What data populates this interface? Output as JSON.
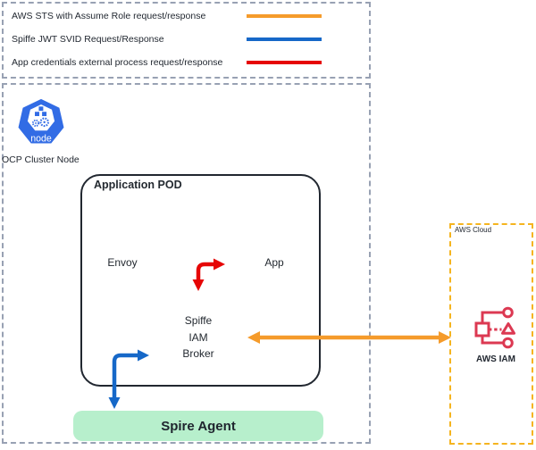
{
  "colors": {
    "orange": "#F59B2B",
    "blue": "#1668C8",
    "red": "#E60505",
    "gray_dash": "#98A1B3",
    "gold_dash": "#F5B41F",
    "pod_border": "#212730",
    "text_dark": "#232930",
    "spire_green": "#B7EFCC",
    "k8s_blue": "#326CE5",
    "aws_iam_red": "#DC3952"
  },
  "legend": {
    "items": [
      {
        "label": "AWS STS with Assume Role request/response",
        "color": "#F59B2B"
      },
      {
        "label": "Spiffe JWT SVID Request/Response",
        "color": "#1668C8"
      },
      {
        "label": "App credentials external process request/response",
        "color": "#E60505"
      }
    ]
  },
  "node": {
    "label": "OCP Cluster Node",
    "icon_label": "node"
  },
  "pod": {
    "title": "Application POD",
    "envoy_label": "Envoy",
    "app_label": "App",
    "broker_lines": [
      "Spiffe",
      "IAM",
      "Broker"
    ]
  },
  "spire": {
    "label": "Spire Agent"
  },
  "aws": {
    "cloud_label": "AWS Cloud",
    "iam_label": "AWS IAM"
  }
}
